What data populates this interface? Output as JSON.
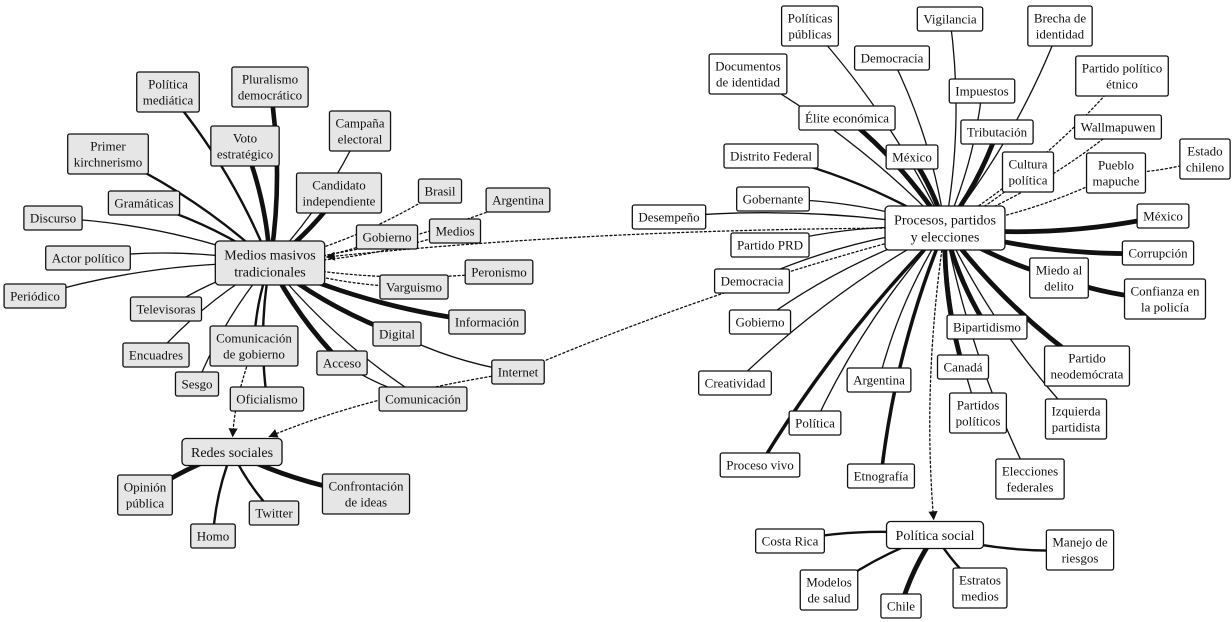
{
  "nodes": [
    {
      "id": "medios",
      "lines": [
        "Medios masivos",
        "tradicionales"
      ],
      "shade": "gray",
      "hub": true
    },
    {
      "id": "procesos",
      "lines": [
        "Procesos, partidos",
        "y elecciones"
      ],
      "shade": "white",
      "hub": true
    },
    {
      "id": "redes",
      "lines": [
        "Redes sociales"
      ],
      "shade": "gray",
      "hub": true
    },
    {
      "id": "politica_social",
      "lines": [
        "Política social"
      ],
      "shade": "white",
      "hub": true
    },
    {
      "id": "politica_mediatica",
      "lines": [
        "Política",
        "mediática"
      ],
      "shade": "gray"
    },
    {
      "id": "pluralismo",
      "lines": [
        "Pluralismo",
        "democrático"
      ],
      "shade": "gray"
    },
    {
      "id": "primer_kirchnerismo",
      "lines": [
        "Primer",
        "kirchnerismo"
      ],
      "shade": "gray"
    },
    {
      "id": "voto",
      "lines": [
        "Voto",
        "estratégico"
      ],
      "shade": "gray"
    },
    {
      "id": "campana",
      "lines": [
        "Campaña",
        "electoral"
      ],
      "shade": "gray"
    },
    {
      "id": "gramaticas",
      "lines": [
        "Gramáticas"
      ],
      "shade": "gray"
    },
    {
      "id": "candidato",
      "lines": [
        "Candidato",
        "independiente"
      ],
      "shade": "gray"
    },
    {
      "id": "brasil",
      "lines": [
        "Brasil"
      ],
      "shade": "gray"
    },
    {
      "id": "argentina_l",
      "lines": [
        "Argentina"
      ],
      "shade": "gray"
    },
    {
      "id": "discurso",
      "lines": [
        "Discurso"
      ],
      "shade": "gray"
    },
    {
      "id": "gobierno_l",
      "lines": [
        "Gobierno"
      ],
      "shade": "gray"
    },
    {
      "id": "medios_n",
      "lines": [
        "Medios"
      ],
      "shade": "gray"
    },
    {
      "id": "actor",
      "lines": [
        "Actor político"
      ],
      "shade": "gray"
    },
    {
      "id": "peronismo",
      "lines": [
        "Peronismo"
      ],
      "shade": "gray"
    },
    {
      "id": "periodico",
      "lines": [
        "Periódico"
      ],
      "shade": "gray"
    },
    {
      "id": "varguismo",
      "lines": [
        "Varguismo"
      ],
      "shade": "gray"
    },
    {
      "id": "televisoras",
      "lines": [
        "Televisoras"
      ],
      "shade": "gray"
    },
    {
      "id": "informacion",
      "lines": [
        "Información"
      ],
      "shade": "gray"
    },
    {
      "id": "comunicacion_gob",
      "lines": [
        "Comunicación",
        "de gobierno"
      ],
      "shade": "gray"
    },
    {
      "id": "digital",
      "lines": [
        "Digital"
      ],
      "shade": "gray"
    },
    {
      "id": "encuadres",
      "lines": [
        "Encuadres"
      ],
      "shade": "gray"
    },
    {
      "id": "acceso",
      "lines": [
        "Acceso"
      ],
      "shade": "gray"
    },
    {
      "id": "internet",
      "lines": [
        "Internet"
      ],
      "shade": "gray"
    },
    {
      "id": "sesgo",
      "lines": [
        "Sesgo"
      ],
      "shade": "gray"
    },
    {
      "id": "oficialismo",
      "lines": [
        "Oficialismo"
      ],
      "shade": "gray"
    },
    {
      "id": "comunicacion",
      "lines": [
        "Comunicación"
      ],
      "shade": "gray"
    },
    {
      "id": "opinion",
      "lines": [
        "Opinión",
        "pública"
      ],
      "shade": "gray"
    },
    {
      "id": "confrontacion",
      "lines": [
        "Confrontación",
        "de ideas"
      ],
      "shade": "gray"
    },
    {
      "id": "twitter",
      "lines": [
        "Twitter"
      ],
      "shade": "gray"
    },
    {
      "id": "homo",
      "lines": [
        "Homo"
      ],
      "shade": "gray"
    },
    {
      "id": "politicas_publicas",
      "lines": [
        "Políticas",
        "públicas"
      ],
      "shade": "white"
    },
    {
      "id": "vigilancia",
      "lines": [
        "Vigilancia"
      ],
      "shade": "white"
    },
    {
      "id": "brecha",
      "lines": [
        "Brecha de",
        "identidad"
      ],
      "shade": "white"
    },
    {
      "id": "documentos",
      "lines": [
        "Documentos",
        "de identidad"
      ],
      "shade": "white"
    },
    {
      "id": "democracia_t",
      "lines": [
        "Democracia"
      ],
      "shade": "white"
    },
    {
      "id": "impuestos",
      "lines": [
        "Impuestos"
      ],
      "shade": "white"
    },
    {
      "id": "partido_etnico",
      "lines": [
        "Partido político",
        "étnico"
      ],
      "shade": "white"
    },
    {
      "id": "elite",
      "lines": [
        "Élite económica"
      ],
      "shade": "white"
    },
    {
      "id": "tributacion",
      "lines": [
        "Tributación"
      ],
      "shade": "white"
    },
    {
      "id": "wallmapuwen",
      "lines": [
        "Wallmapuwen"
      ],
      "shade": "white"
    },
    {
      "id": "estado_chileno",
      "lines": [
        "Estado",
        "chileno"
      ],
      "shade": "white"
    },
    {
      "id": "distrito",
      "lines": [
        "Distrito Federal"
      ],
      "shade": "white"
    },
    {
      "id": "mexico_t",
      "lines": [
        "México"
      ],
      "shade": "white"
    },
    {
      "id": "cultura",
      "lines": [
        "Cultura",
        "política"
      ],
      "shade": "white"
    },
    {
      "id": "pueblo",
      "lines": [
        "Pueblo",
        "mapuche"
      ],
      "shade": "white"
    },
    {
      "id": "gobernante",
      "lines": [
        "Gobernante"
      ],
      "shade": "white"
    },
    {
      "id": "desempeno",
      "lines": [
        "Desempeño"
      ],
      "shade": "white"
    },
    {
      "id": "mexico_r",
      "lines": [
        "México"
      ],
      "shade": "white"
    },
    {
      "id": "partido_prd",
      "lines": [
        "Partido PRD"
      ],
      "shade": "white"
    },
    {
      "id": "corrupcion",
      "lines": [
        "Corrupción"
      ],
      "shade": "white"
    },
    {
      "id": "democracia_m",
      "lines": [
        "Democracia"
      ],
      "shade": "white"
    },
    {
      "id": "miedo",
      "lines": [
        "Miedo al",
        "delito"
      ],
      "shade": "white"
    },
    {
      "id": "confianza",
      "lines": [
        "Confianza en",
        "la policía"
      ],
      "shade": "white"
    },
    {
      "id": "gobierno_r",
      "lines": [
        "Gobierno"
      ],
      "shade": "white"
    },
    {
      "id": "bipartidismo",
      "lines": [
        "Bipartidismo"
      ],
      "shade": "white"
    },
    {
      "id": "partido_neo",
      "lines": [
        "Partido",
        "neodemócrata"
      ],
      "shade": "white"
    },
    {
      "id": "creatividad",
      "lines": [
        "Creatividad"
      ],
      "shade": "white"
    },
    {
      "id": "canada",
      "lines": [
        "Canadá"
      ],
      "shade": "white"
    },
    {
      "id": "argentina_r",
      "lines": [
        "Argentina"
      ],
      "shade": "white"
    },
    {
      "id": "partidos_pol",
      "lines": [
        "Partidos",
        "políticos"
      ],
      "shade": "white"
    },
    {
      "id": "izquierda",
      "lines": [
        "Izquierda",
        "partidista"
      ],
      "shade": "white"
    },
    {
      "id": "politica",
      "lines": [
        "Política"
      ],
      "shade": "white"
    },
    {
      "id": "proceso_vivo",
      "lines": [
        "Proceso vivo"
      ],
      "shade": "white"
    },
    {
      "id": "etnografia",
      "lines": [
        "Etnografía"
      ],
      "shade": "white"
    },
    {
      "id": "elecciones_fed",
      "lines": [
        "Elecciones",
        "federales"
      ],
      "shade": "white"
    },
    {
      "id": "costa_rica",
      "lines": [
        "Costa Rica"
      ],
      "shade": "white"
    },
    {
      "id": "manejo",
      "lines": [
        "Manejo de",
        "riesgos"
      ],
      "shade": "white"
    },
    {
      "id": "modelos",
      "lines": [
        "Modelos",
        "de salud"
      ],
      "shade": "white"
    },
    {
      "id": "estratos",
      "lines": [
        "Estratos",
        "medios"
      ],
      "shade": "white"
    },
    {
      "id": "chile",
      "lines": [
        "Chile"
      ],
      "shade": "white"
    }
  ],
  "edges": [
    {
      "from": "medios",
      "to": "politica_mediatica",
      "weight": "medium",
      "style": "solid"
    },
    {
      "from": "medios",
      "to": "pluralismo",
      "weight": "medium",
      "style": "double"
    },
    {
      "from": "medios",
      "to": "primer_kirchnerismo",
      "weight": "medium",
      "style": "solid"
    },
    {
      "from": "medios",
      "to": "voto",
      "weight": "medium",
      "style": "double"
    },
    {
      "from": "medios",
      "to": "campana",
      "weight": "thin",
      "style": "solid"
    },
    {
      "from": "medios",
      "to": "gramaticas",
      "weight": "medium",
      "style": "solid"
    },
    {
      "from": "medios",
      "to": "candidato",
      "weight": "medium",
      "style": "double"
    },
    {
      "from": "medios",
      "to": "brasil",
      "weight": "thin",
      "style": "dotted"
    },
    {
      "from": "medios",
      "to": "argentina_l",
      "weight": "thin",
      "style": "dotted"
    },
    {
      "from": "medios",
      "to": "discurso",
      "weight": "thin",
      "style": "solid"
    },
    {
      "from": "medios",
      "to": "gobierno_l",
      "weight": "thin",
      "style": "dotted"
    },
    {
      "from": "medios",
      "to": "medios_n",
      "weight": "thin",
      "style": "dotted"
    },
    {
      "from": "medios",
      "to": "actor",
      "weight": "thin",
      "style": "solid"
    },
    {
      "from": "medios",
      "to": "peronismo",
      "weight": "thin",
      "style": "dotted"
    },
    {
      "from": "medios",
      "to": "periodico",
      "weight": "thin",
      "style": "solid"
    },
    {
      "from": "medios",
      "to": "varguismo",
      "weight": "thin",
      "style": "dotted"
    },
    {
      "from": "medios",
      "to": "televisoras",
      "weight": "thin",
      "style": "solid"
    },
    {
      "from": "medios",
      "to": "informacion",
      "weight": "heavy",
      "style": "solid"
    },
    {
      "from": "medios",
      "to": "comunicacion_gob",
      "weight": "medium",
      "style": "solid"
    },
    {
      "from": "medios",
      "to": "digital",
      "weight": "heavy",
      "style": "solid"
    },
    {
      "from": "medios",
      "to": "encuadres",
      "weight": "thin",
      "style": "solid"
    },
    {
      "from": "medios",
      "to": "acceso",
      "weight": "heavy",
      "style": "solid"
    },
    {
      "from": "medios",
      "to": "sesgo",
      "weight": "thin",
      "style": "solid"
    },
    {
      "from": "medios",
      "to": "oficialismo",
      "weight": "medium",
      "style": "solid"
    },
    {
      "from": "medios",
      "to": "comunicacion",
      "weight": "thin",
      "style": "solid"
    },
    {
      "from": "digital",
      "to": "internet",
      "weight": "thin",
      "style": "solid"
    },
    {
      "from": "acceso",
      "to": "comunicacion",
      "weight": "thin",
      "style": "solid"
    },
    {
      "from": "comunicacion_gob",
      "to": "redes",
      "weight": "thin",
      "style": "dotted",
      "arrow": true
    },
    {
      "from": "internet",
      "to": "redes",
      "weight": "thin",
      "style": "dotted",
      "arrow": true
    },
    {
      "from": "procesos",
      "to": "medios",
      "weight": "thin",
      "style": "dotted",
      "arrow": true
    },
    {
      "from": "procesos",
      "to": "internet",
      "weight": "thin",
      "style": "dotted"
    },
    {
      "from": "redes",
      "to": "opinion",
      "weight": "heavy",
      "style": "solid"
    },
    {
      "from": "redes",
      "to": "confrontacion",
      "weight": "heavy",
      "style": "solid"
    },
    {
      "from": "redes",
      "to": "twitter",
      "weight": "medium",
      "style": "solid"
    },
    {
      "from": "redes",
      "to": "homo",
      "weight": "medium",
      "style": "solid"
    },
    {
      "from": "procesos",
      "to": "politicas_publicas",
      "weight": "thin",
      "style": "solid"
    },
    {
      "from": "procesos",
      "to": "vigilancia",
      "weight": "thin",
      "style": "solid"
    },
    {
      "from": "procesos",
      "to": "brecha",
      "weight": "thin",
      "style": "solid"
    },
    {
      "from": "procesos",
      "to": "documentos",
      "weight": "thin",
      "style": "solid"
    },
    {
      "from": "procesos",
      "to": "democracia_t",
      "weight": "thin",
      "style": "solid"
    },
    {
      "from": "procesos",
      "to": "impuestos",
      "weight": "thin",
      "style": "solid"
    },
    {
      "from": "procesos",
      "to": "partido_etnico",
      "weight": "thin",
      "style": "dotted"
    },
    {
      "from": "procesos",
      "to": "elite",
      "weight": "heavy",
      "style": "solid"
    },
    {
      "from": "procesos",
      "to": "tributacion",
      "weight": "heavy",
      "style": "solid"
    },
    {
      "from": "procesos",
      "to": "wallmapuwen",
      "weight": "thin",
      "style": "dotted"
    },
    {
      "from": "procesos",
      "to": "distrito",
      "weight": "medium",
      "style": "solid"
    },
    {
      "from": "procesos",
      "to": "mexico_t",
      "weight": "heavy",
      "style": "solid"
    },
    {
      "from": "procesos",
      "to": "cultura",
      "weight": "thin",
      "style": "dotted"
    },
    {
      "from": "procesos",
      "to": "pueblo",
      "weight": "thin",
      "style": "dotted"
    },
    {
      "from": "pueblo",
      "to": "estado_chileno",
      "weight": "thin",
      "style": "dotted"
    },
    {
      "from": "procesos",
      "to": "gobernante",
      "weight": "thin",
      "style": "solid"
    },
    {
      "from": "procesos",
      "to": "desempeno",
      "weight": "thin",
      "style": "solid"
    },
    {
      "from": "procesos",
      "to": "mexico_r",
      "weight": "heavy",
      "style": "solid"
    },
    {
      "from": "procesos",
      "to": "partido_prd",
      "weight": "thin",
      "style": "solid"
    },
    {
      "from": "procesos",
      "to": "corrupcion",
      "weight": "heavy",
      "style": "solid"
    },
    {
      "from": "procesos",
      "to": "democracia_m",
      "weight": "thin",
      "style": "solid"
    },
    {
      "from": "procesos",
      "to": "miedo",
      "weight": "heavy",
      "style": "solid"
    },
    {
      "from": "miedo",
      "to": "confianza",
      "weight": "heavy",
      "style": "solid"
    },
    {
      "from": "procesos",
      "to": "gobierno_r",
      "weight": "thin",
      "style": "solid"
    },
    {
      "from": "procesos",
      "to": "bipartidismo",
      "weight": "heavy",
      "style": "solid"
    },
    {
      "from": "procesos",
      "to": "partido_neo",
      "weight": "heavy",
      "style": "solid"
    },
    {
      "from": "procesos",
      "to": "creatividad",
      "weight": "thin",
      "style": "solid"
    },
    {
      "from": "procesos",
      "to": "canada",
      "weight": "heavy",
      "style": "solid"
    },
    {
      "from": "procesos",
      "to": "argentina_r",
      "weight": "thin",
      "style": "solid"
    },
    {
      "from": "procesos",
      "to": "partidos_pol",
      "weight": "thin",
      "style": "solid"
    },
    {
      "from": "procesos",
      "to": "izquierda",
      "weight": "thin",
      "style": "solid"
    },
    {
      "from": "procesos",
      "to": "politica",
      "weight": "thin",
      "style": "solid"
    },
    {
      "from": "procesos",
      "to": "proceso_vivo",
      "weight": "thin",
      "style": "double"
    },
    {
      "from": "procesos",
      "to": "etnografia",
      "weight": "thin",
      "style": "double"
    },
    {
      "from": "procesos",
      "to": "elecciones_fed",
      "weight": "thin",
      "style": "solid"
    },
    {
      "from": "procesos",
      "to": "politica_social",
      "weight": "thin",
      "style": "dotted",
      "arrow": true
    },
    {
      "from": "politica_social",
      "to": "costa_rica",
      "weight": "medium",
      "style": "solid"
    },
    {
      "from": "politica_social",
      "to": "manejo",
      "weight": "medium",
      "style": "solid"
    },
    {
      "from": "politica_social",
      "to": "modelos",
      "weight": "medium",
      "style": "solid"
    },
    {
      "from": "politica_social",
      "to": "estratos",
      "weight": "medium",
      "style": "solid"
    },
    {
      "from": "politica_social",
      "to": "chile",
      "weight": "heavy",
      "style": "solid"
    }
  ],
  "colors": {
    "gray_fill": "#e6e6e6",
    "white_fill": "#ffffff",
    "stroke": "#111111"
  }
}
